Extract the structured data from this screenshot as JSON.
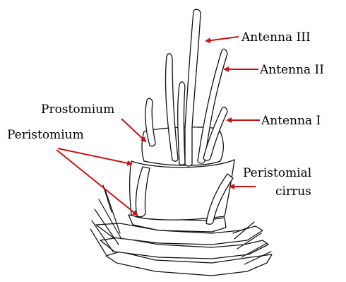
{
  "diagram": {
    "labels": {
      "antenna_3": "Antenna III",
      "antenna_2": "Antenna II",
      "antenna_1": "Antenna I",
      "prostomium": "Prostomium",
      "peristomium": "Peristomium",
      "peristomial_cirrus_line1": "Peristomial",
      "peristomial_cirrus_line2": "cirrus"
    },
    "colors": {
      "arrow": "#cc1111",
      "outline": "#111111",
      "background": "#ffffff"
    }
  }
}
